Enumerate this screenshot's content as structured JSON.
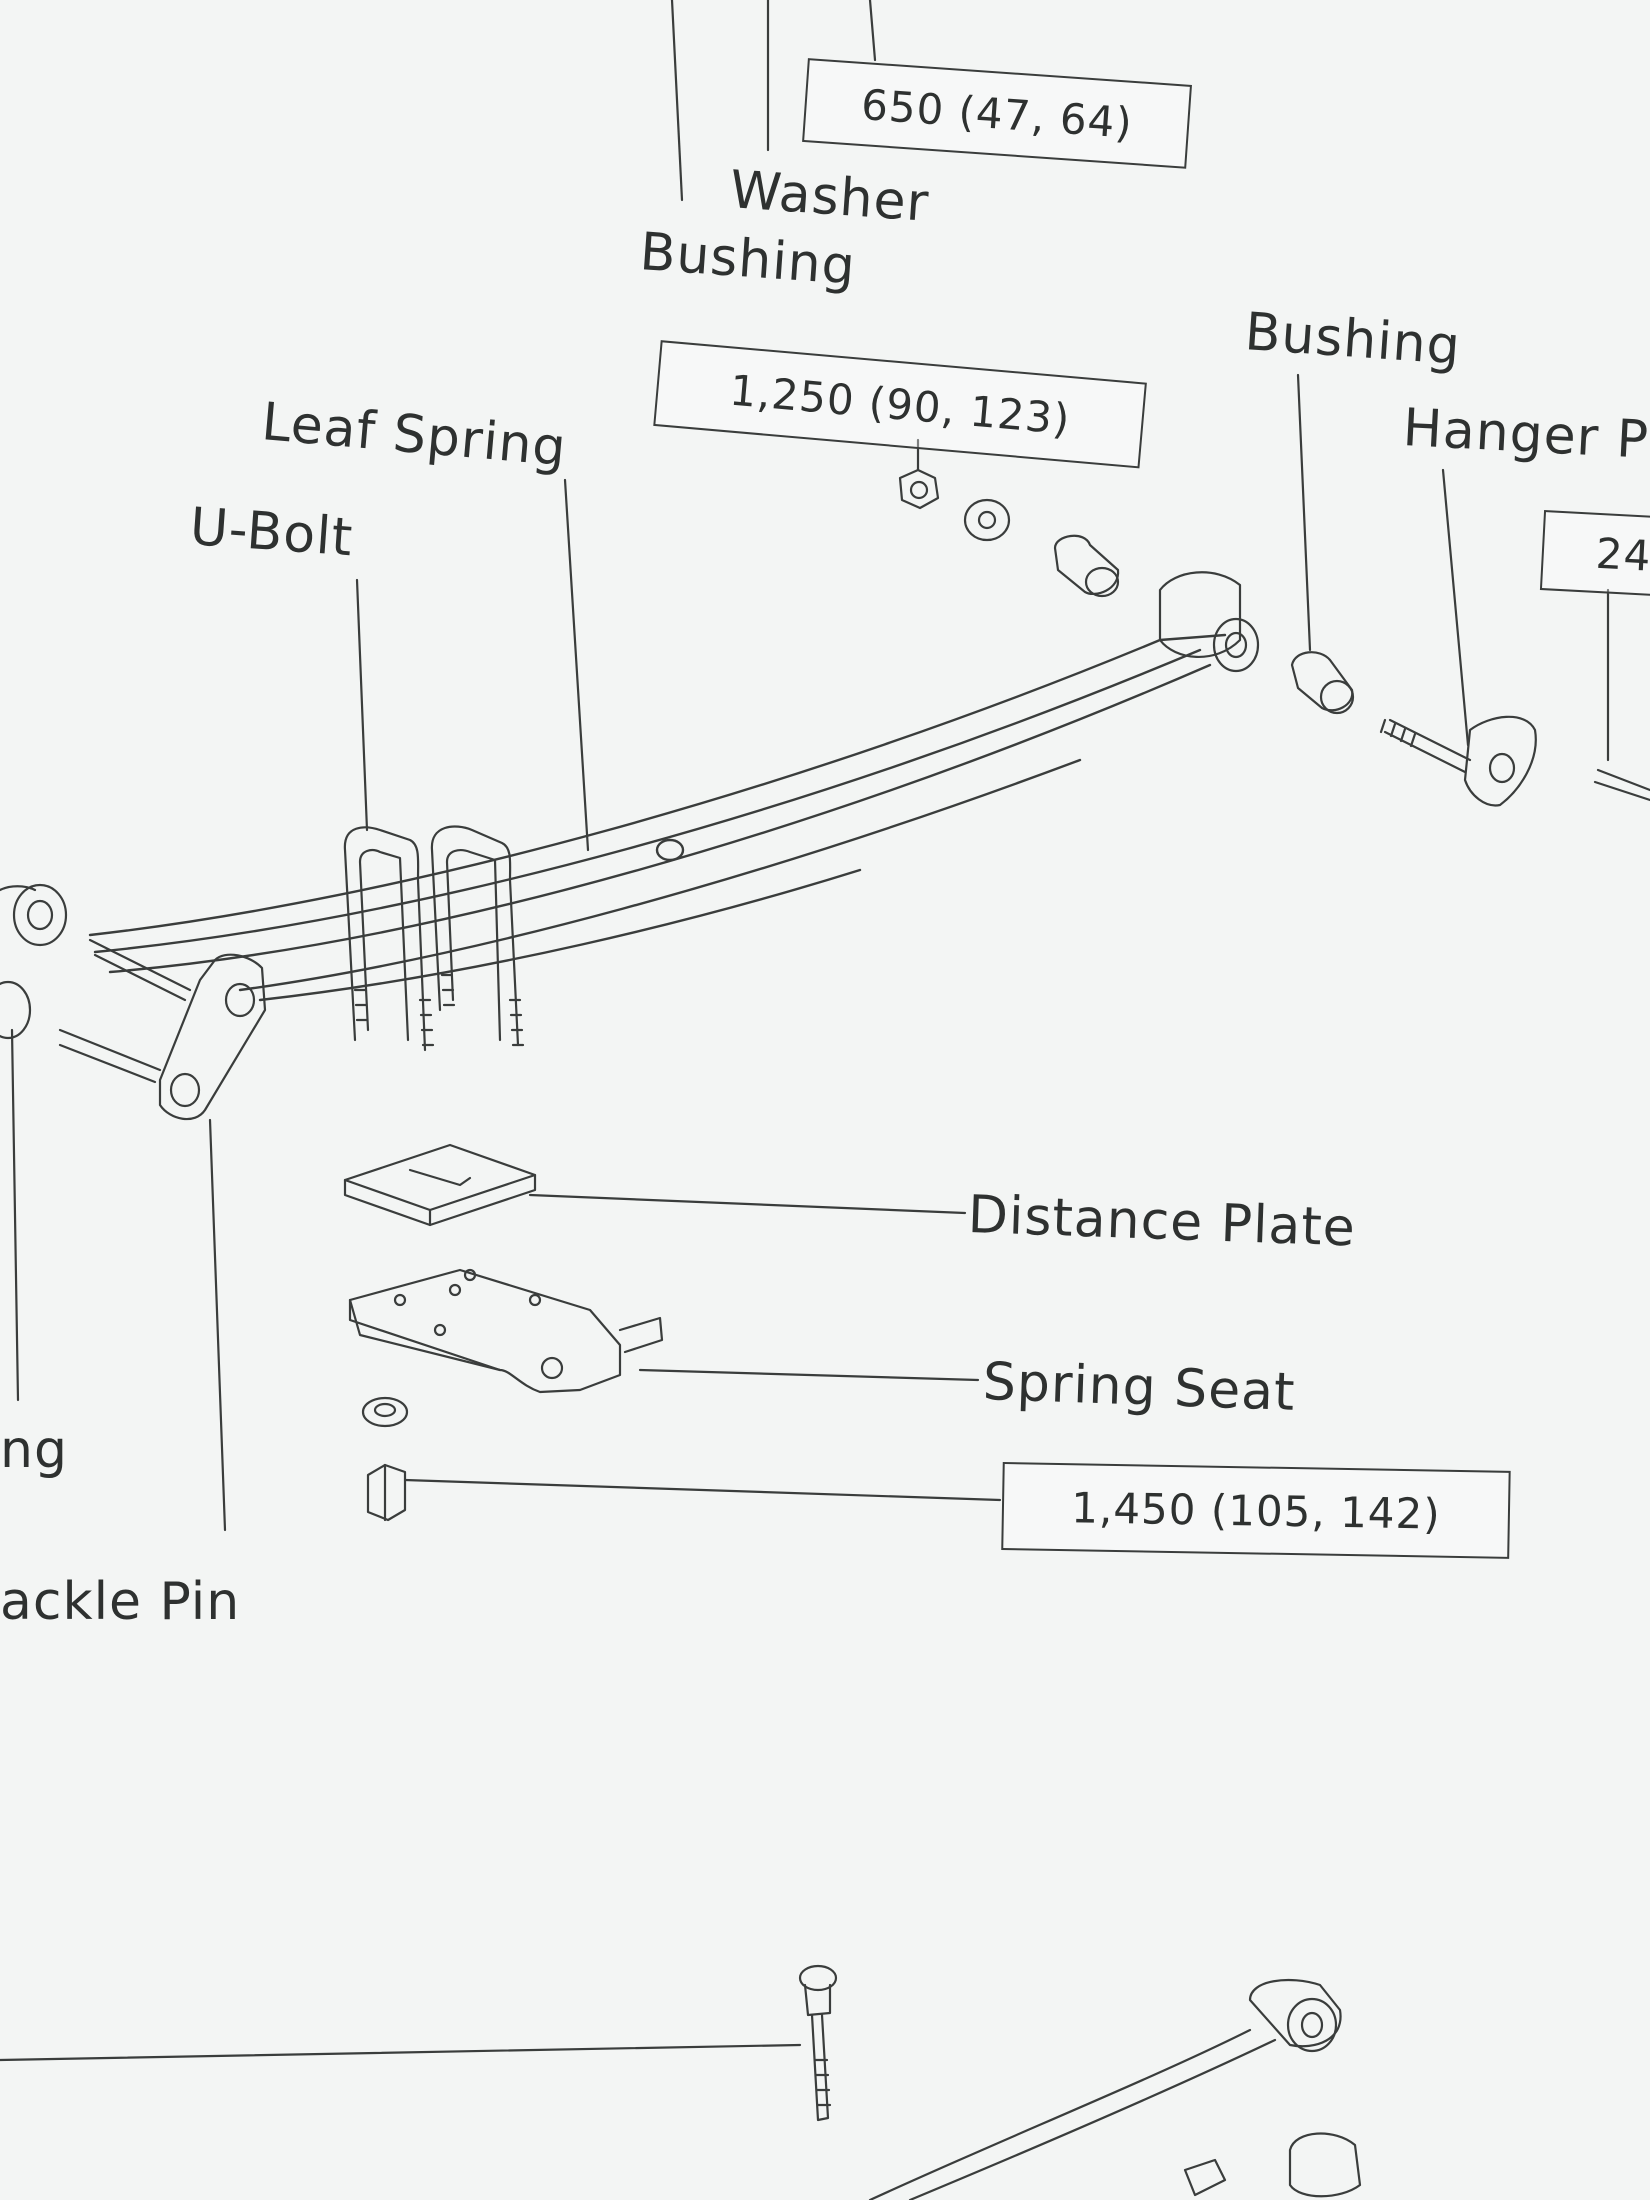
{
  "labels": {
    "washer": "Washer",
    "bushing_upper": "Bushing",
    "bushing_right": "Bushing",
    "hanger_pin": "Hanger P",
    "leaf_spring": "Leaf Spring",
    "u_bolt": "U-Bolt",
    "distance_plate": "Distance Plate",
    "spring_seat": "Spring Seat",
    "bushing_left_partial": "ng",
    "shackle_pin_partial": "ackle Pin"
  },
  "torque_specs": {
    "top": "650 (47, 64)",
    "washer_nut": "1,250 (90, 123)",
    "spring_seat_nut": "1,450 (105, 142)",
    "hanger_partial": "24"
  },
  "colors": {
    "paper": "#f3f5f4",
    "ink": "#2e3130"
  }
}
